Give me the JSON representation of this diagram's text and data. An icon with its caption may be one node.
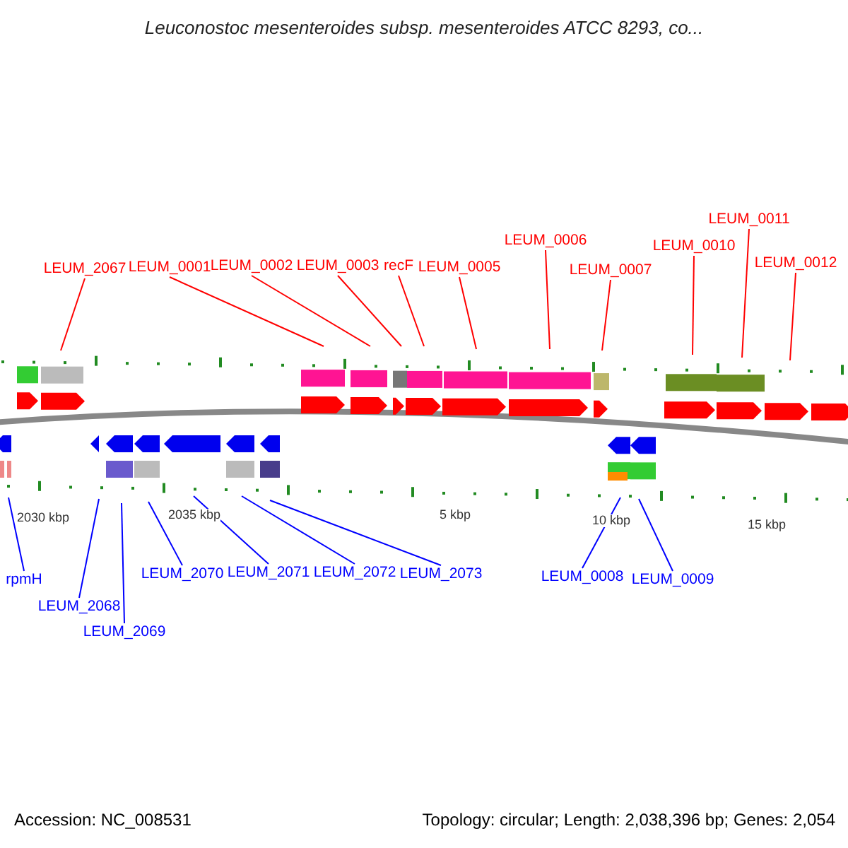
{
  "diagram": {
    "title": "Leuconostoc mesenteroides subsp. mesenteroides ATCC 8293, co...",
    "nodes": [
      {
        "text": [
          "LEUM_2067"
        ]
      },
      {
        "text": [
          "LEUM_0001"
        ]
      },
      {
        "text": [
          "LEUM_0002"
        ]
      },
      {
        "text": [
          "LEUM_0003"
        ]
      },
      {
        "text": [
          "recF"
        ]
      },
      {
        "text": [
          "LEUM_0005"
        ]
      },
      {
        "text": [
          "LEUM_0006"
        ]
      },
      {
        "text": [
          "LEUM_0007"
        ]
      },
      {
        "text": [
          "LEUM_0010"
        ]
      },
      {
        "text": [
          "LEUM_0011"
        ]
      },
      {
        "text": [
          "LEUM_0012"
        ]
      },
      {
        "text": [
          "rpmH"
        ]
      },
      {
        "text": [
          "LEUM_2068"
        ]
      },
      {
        "text": [
          "LEUM_2069"
        ]
      },
      {
        "text": [
          "LEUM_2070"
        ]
      },
      {
        "text": [
          "LEUM_2071"
        ]
      },
      {
        "text": [
          "LEUM_2072"
        ]
      },
      {
        "text": [
          "LEUM_2073"
        ]
      },
      {
        "text": [
          "LEUM_0008"
        ]
      },
      {
        "text": [
          "LEUM_0009"
        ]
      }
    ],
    "edges": [
      {
        "from": 0,
        "to": null,
        "arrow": "none"
      },
      {
        "from": 1,
        "to": null,
        "arrow": "none"
      },
      {
        "from": 2,
        "to": null,
        "arrow": "none"
      },
      {
        "from": 3,
        "to": null,
        "arrow": "none"
      },
      {
        "from": 4,
        "to": null,
        "arrow": "none"
      },
      {
        "from": 5,
        "to": null,
        "arrow": "none"
      },
      {
        "from": 6,
        "to": null,
        "arrow": "none"
      },
      {
        "from": 7,
        "to": null,
        "arrow": "none"
      },
      {
        "from": 8,
        "to": null,
        "arrow": "none"
      },
      {
        "from": 9,
        "to": null,
        "arrow": "none"
      },
      {
        "from": 10,
        "to": null,
        "arrow": "none"
      },
      {
        "from": 11,
        "to": null,
        "arrow": "none",
        "color": "#0000ff"
      },
      {
        "from": 12,
        "to": null,
        "arrow": "none",
        "color": "#0000ff"
      },
      {
        "from": 13,
        "to": null,
        "arrow": "none",
        "color": "#0000ff"
      },
      {
        "from": 14,
        "to": null,
        "arrow": "none",
        "color": "#0000ff"
      },
      {
        "from": 15,
        "to": null,
        "arrow": "none",
        "color": "#0000ff"
      },
      {
        "from": 16,
        "to": null,
        "arrow": "none",
        "color": "#0000ff"
      },
      {
        "from": 17,
        "to": null,
        "arrow": "none",
        "color": "#0000ff"
      },
      {
        "from": 18,
        "to": null,
        "arrow": "none",
        "color": "#0000ff"
      },
      {
        "from": 19,
        "to": null,
        "arrow": "none",
        "color": "#0000ff"
      }
    ],
    "labels": [
      "2030 kbp",
      "2035 kbp",
      "5 kbp",
      "10 kbp",
      "15 kbp",
      "Accession: NC_008531",
      "Topology: circular; Length: 2,038,396 bp; Genes: 2,054"
    ]
  }
}
